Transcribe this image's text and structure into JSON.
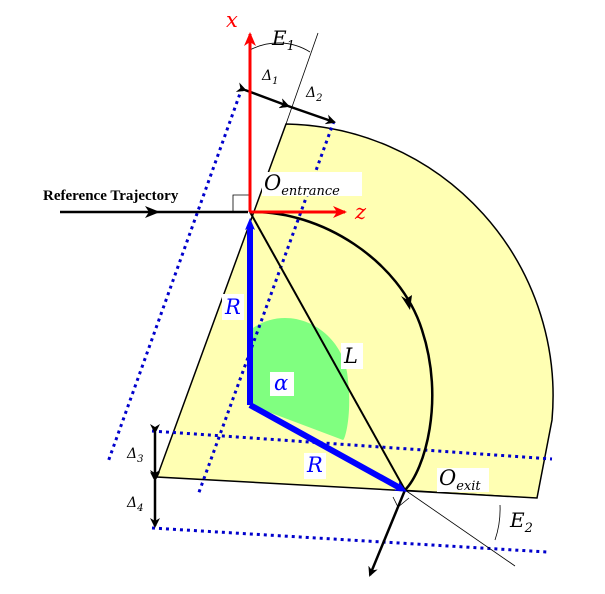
{
  "axes": {
    "x": "x",
    "z": "z",
    "colors": {
      "x": "#ff0000",
      "z": "#ff0000"
    }
  },
  "labels": {
    "reference_trajectory": "Reference Trajectory",
    "o_entrance_main": "O",
    "o_entrance_sub": "entrance",
    "o_exit_main": "O",
    "o_exit_sub": "exit",
    "e1_main": "E",
    "e1_sub": "1",
    "e2_main": "E",
    "e2_sub": "2",
    "delta1_main": "Δ",
    "delta1_sub": "1",
    "delta2_main": "Δ",
    "delta2_sub": "2",
    "delta3_main": "Δ",
    "delta3_sub": "3",
    "delta4_main": "Δ",
    "delta4_sub": "4",
    "R_vertical": "R",
    "R_diagonal": "R",
    "L": "L",
    "alpha": "α"
  },
  "colors": {
    "magnet_fill": "#ffffb3",
    "alpha_fill": "#80ff80",
    "radius_vector": "#0000ff",
    "dotted_lines": "#0000cc",
    "trajectory": "#000000",
    "alpha_text": "#0000ff",
    "r_text": "#0000ff"
  }
}
